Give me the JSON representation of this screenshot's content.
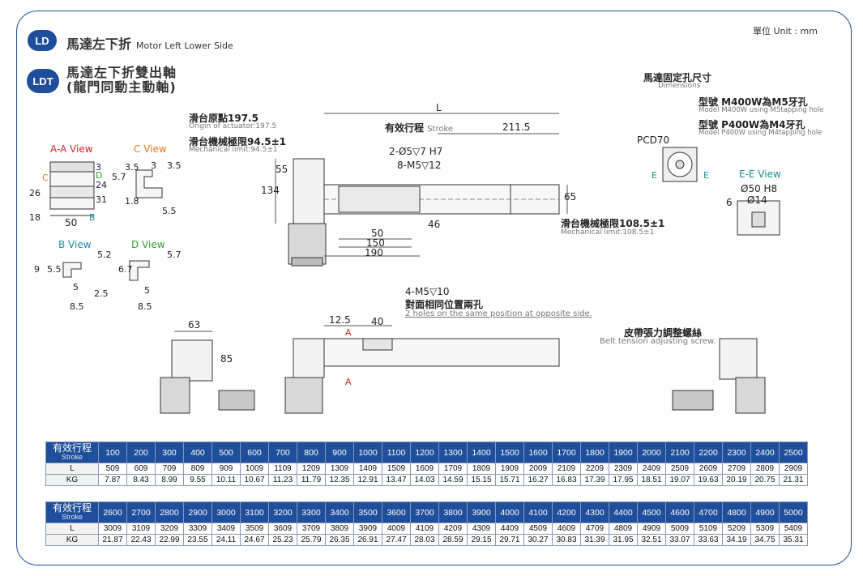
{
  "unit": "單位 Unit : mm",
  "ld": {
    "badge": "LD",
    "title": "馬達左下折",
    "title_en": "Motor Left Lower Side"
  },
  "ldt": {
    "badge": "LDT",
    "line1": "馬達左下折雙出軸",
    "line2": "(龍門同動主動軸)"
  },
  "views": {
    "aa": "A-A View",
    "c": "C View",
    "b": "B View",
    "d": "D View",
    "ee": "E-E View",
    "letters": {
      "c": "C",
      "d": "D",
      "b": "B",
      "e1": "E",
      "e2": "E",
      "a1": "A",
      "a2": "A"
    }
  },
  "dims": {
    "aa": [
      "26",
      "18",
      "3",
      "5.7",
      "24",
      "31",
      "50"
    ],
    "c": [
      "3.5",
      "3",
      "3.5",
      "1.8",
      "5.5"
    ],
    "b": [
      "5.2",
      "9",
      "5.5",
      "5",
      "2.5",
      "8.5"
    ],
    "d": [
      "5.7",
      "6.7",
      "5",
      "8.5"
    ],
    "main": [
      "L",
      "211.5",
      "55",
      "134",
      "65",
      "46",
      "50",
      "150",
      "190"
    ],
    "side": [
      "63",
      "85",
      "12.5",
      "40"
    ],
    "ee": [
      "Ø50 H8",
      "Ø14",
      "6"
    ],
    "pcd": "PCD70"
  },
  "notes": {
    "origin": "滑台原點197.5",
    "origin_en": "Origin of actuator:197.5",
    "mech_left": "滑台機械極限94.5±1",
    "mech_left_en": "Mechanical limit:94.5±1",
    "stroke": "有效行程",
    "stroke_en": "Stroke",
    "hole1": "2-Ø5▽7 H7",
    "hole2": "8-M5▽12",
    "mech_right": "滑台機械極限108.5±1",
    "mech_right_en": "Mechanical limit:108.5±1",
    "motor_hole": "馬達固定孔尺寸",
    "motor_hole_en": "Dimensions",
    "m400": "型號 M400W為M5牙孔",
    "m400_en": "Model M400W using M5tapping hole",
    "p400": "型號 P400W為M4牙孔",
    "p400_en": "Model P400W using M4tapping hole",
    "m5": "4-M5▽10",
    "opp": "對面相同位置兩孔",
    "opp_en": "2 holes on the same position at opposite side.",
    "belt": "皮帶張力調整螺絲",
    "belt_en": "Belt tension adjusting screw."
  },
  "table": {
    "stroke_label": "有效行程",
    "stroke_label_en": "Stroke",
    "l_label": "L",
    "kg_label": "KG",
    "block1": {
      "stroke": [
        "100",
        "200",
        "300",
        "400",
        "500",
        "600",
        "700",
        "800",
        "900",
        "1000",
        "1100",
        "1200",
        "1300",
        "1400",
        "1500",
        "1600",
        "1700",
        "1800",
        "1900",
        "2000",
        "2100",
        "2200",
        "2300",
        "2400",
        "2500"
      ],
      "l": [
        "509",
        "609",
        "709",
        "809",
        "909",
        "1009",
        "1109",
        "1209",
        "1309",
        "1409",
        "1509",
        "1609",
        "1709",
        "1809",
        "1909",
        "2009",
        "2109",
        "2209",
        "2309",
        "2409",
        "2509",
        "2609",
        "2709",
        "2809",
        "2909"
      ],
      "kg": [
        "7.87",
        "8.43",
        "8.99",
        "9.55",
        "10.11",
        "10.67",
        "11.23",
        "11.79",
        "12.35",
        "12.91",
        "13.47",
        "14.03",
        "14.59",
        "15.15",
        "15.71",
        "16.27",
        "16.83",
        "17.39",
        "17.95",
        "18.51",
        "19.07",
        "19.63",
        "20.19",
        "20.75",
        "21.31"
      ]
    },
    "block2": {
      "stroke": [
        "2600",
        "2700",
        "2800",
        "2900",
        "3000",
        "3100",
        "3200",
        "3300",
        "3400",
        "3500",
        "3600",
        "3700",
        "3800",
        "3900",
        "4000",
        "4100",
        "4200",
        "4300",
        "4400",
        "4500",
        "4600",
        "4700",
        "4800",
        "4900",
        "5000"
      ],
      "l": [
        "3009",
        "3109",
        "3209",
        "3309",
        "3409",
        "3509",
        "3609",
        "3709",
        "3809",
        "3909",
        "4009",
        "4109",
        "4209",
        "4309",
        "4409",
        "4509",
        "4609",
        "4709",
        "4809",
        "4909",
        "5009",
        "5109",
        "5209",
        "5309",
        "5409"
      ],
      "kg": [
        "21.87",
        "22.43",
        "22.99",
        "23.55",
        "24.11",
        "24.67",
        "25.23",
        "25.79",
        "26.35",
        "26.91",
        "27.47",
        "28.03",
        "28.59",
        "29.15",
        "29.71",
        "30.27",
        "30.83",
        "31.39",
        "31.95",
        "32.51",
        "33.07",
        "33.63",
        "34.19",
        "34.75",
        "35.31"
      ]
    }
  }
}
